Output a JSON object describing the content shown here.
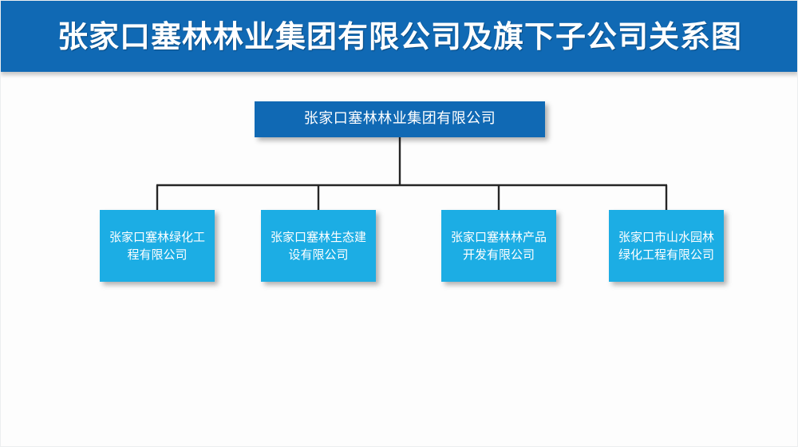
{
  "header": {
    "title": "张家口塞林林业集团有限公司及旗下子公司关系图",
    "background_color": "#1069b4",
    "text_color": "#ffffff"
  },
  "chart_data": {
    "type": "diagram",
    "diagram_kind": "organization-chart",
    "title": "张家口塞林林业集团有限公司及旗下子公司关系图",
    "orientation": "top-down",
    "levels": 2,
    "root": {
      "id": "root",
      "label": "张家口塞林林业集团有限公司",
      "fill_color": "#1069b4",
      "text_color": "#ffffff"
    },
    "children": [
      {
        "id": "sub-1",
        "label": "张家口塞林绿化工程有限公司",
        "line1": "张家口塞林绿化",
        "line2": "工程有限公司",
        "fill_color": "#1cade4",
        "text_color": "#ffffff"
      },
      {
        "id": "sub-2",
        "label": "张家口塞林生态建设有限公司",
        "line1": "张家口塞林生态",
        "line2": "建设有限公司",
        "fill_color": "#1cade4",
        "text_color": "#ffffff"
      },
      {
        "id": "sub-3",
        "label": "张家口塞林林产品开发有限公司",
        "line1": "张家口塞林林产",
        "line2": "品开发有限公司",
        "fill_color": "#1cade4",
        "text_color": "#ffffff"
      },
      {
        "id": "sub-4",
        "label": "张家口市山水园林绿化工程有限公司",
        "line1": "张家口市山水园林绿",
        "line2": "化工程有限公司",
        "fill_color": "#1cade4",
        "text_color": "#ffffff"
      }
    ],
    "edges": [
      {
        "from": "root",
        "to": "sub-1"
      },
      {
        "from": "root",
        "to": "sub-2"
      },
      {
        "from": "root",
        "to": "sub-3"
      },
      {
        "from": "root",
        "to": "sub-4"
      }
    ],
    "connector_color": "#262626",
    "background_color": "#fdfdfd"
  }
}
